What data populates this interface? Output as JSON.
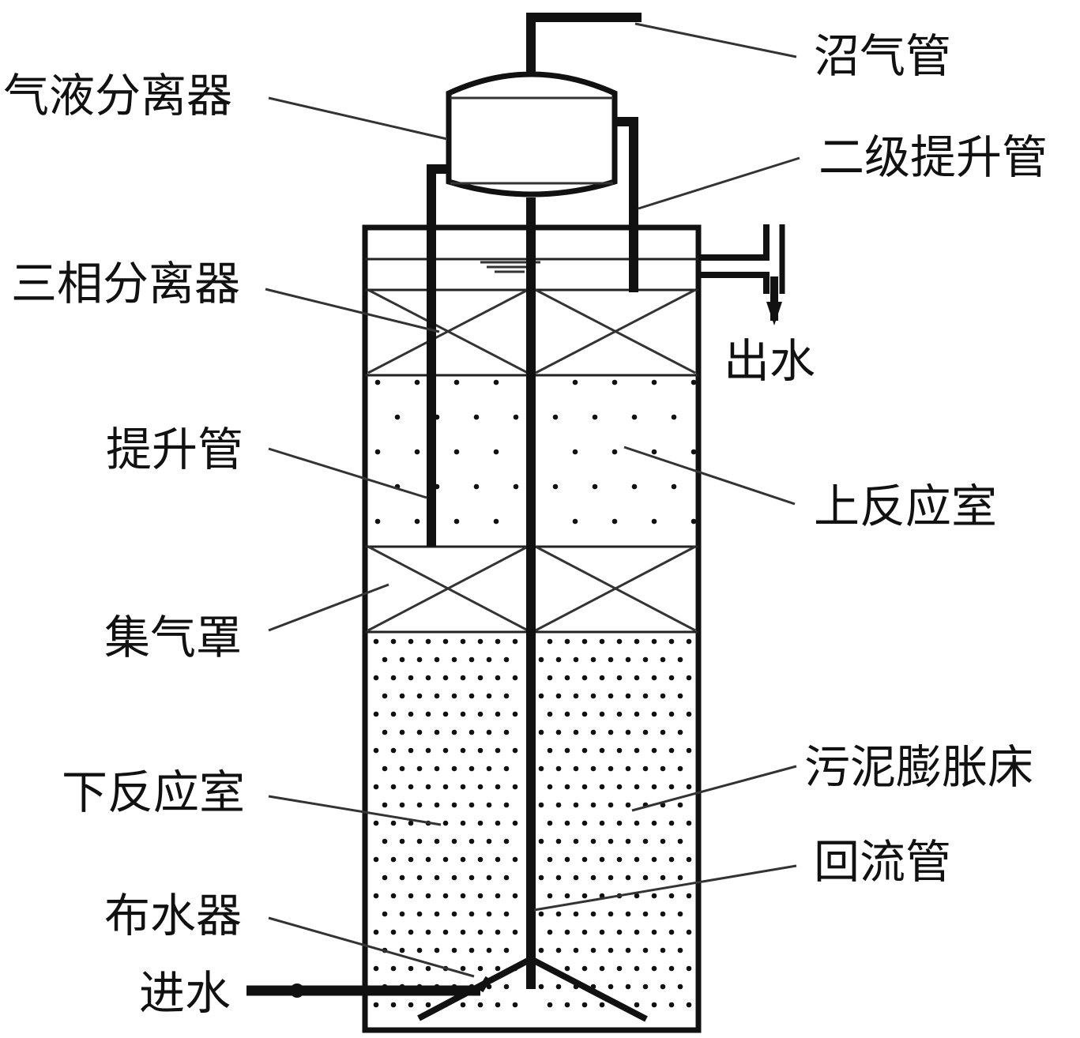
{
  "title": "IC厌氧反应器结构示意图",
  "labels": {
    "biogas_pipe": "沼气管",
    "gas_liquid_separator": "气液分离器",
    "secondary_riser": "二级提升管",
    "three_phase_separator": "三相分离器",
    "effluent": "出水",
    "riser": "提升管",
    "upper_reaction_chamber": "上反应室",
    "gas_collection_hood": "集气罩",
    "sludge_expanded_bed": "污泥膨胀床",
    "lower_reaction_chamber": "下反应室",
    "return_pipe": "回流管",
    "water_distributor": "布水器",
    "influent": "进水"
  },
  "colors": {
    "line": "#111111",
    "background": "#ffffff"
  }
}
